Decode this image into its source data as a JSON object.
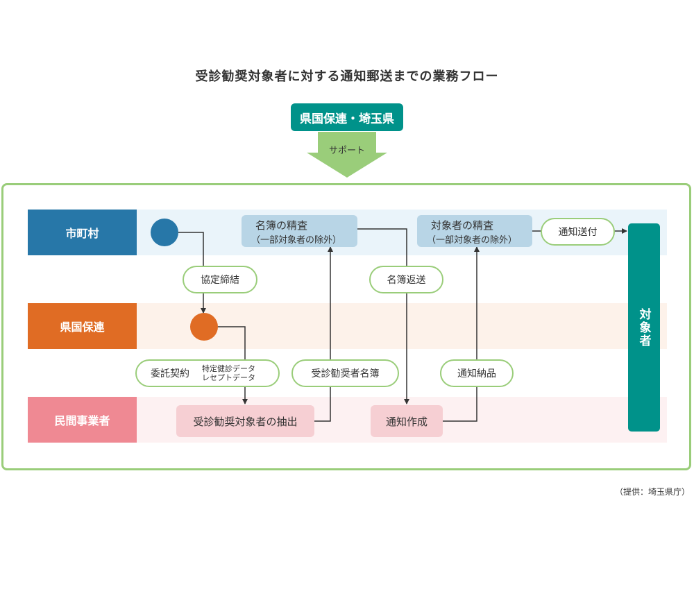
{
  "title": "受診勧奨対象者に対する通知郵送までの業務フロー",
  "support": {
    "org": "県国保連・埼玉県",
    "label": "サポート"
  },
  "lanes": [
    {
      "label": "市町村",
      "color": "#2777a8",
      "bg": "#eaf4fa"
    },
    {
      "label": "県国保連",
      "color": "#e06c24",
      "bg": "#fdf2ea"
    },
    {
      "label": "民間事業者",
      "color": "#ef8993",
      "bg": "#fdf1f2"
    }
  ],
  "processes": {
    "meibo_seisa": {
      "line1": "名簿の精査",
      "line2": "（一部対象者の除外）"
    },
    "taishosha_seisa": {
      "line1": "対象者の精査",
      "line2": "（一部対象者の除外）"
    },
    "chushutsu": "受診勧奨対象者の抽出",
    "tsuchi_sakusei": "通知作成"
  },
  "flows": {
    "kyotei": "協定締結",
    "meibo_hensou": "名簿返送",
    "itaku": "委託契約",
    "itaku_note1": "特定健診データ",
    "itaku_note2": "レセプトデータ",
    "jushin_meibo": "受診勧奨者名簿",
    "tsuchi_nohin": "通知納品",
    "tsuchi_sofu": "通知送付"
  },
  "target": "対象者",
  "credit": "（提供：埼玉県庁）",
  "colors": {
    "accent_teal": "#00928a",
    "frame_green": "#9acd7a",
    "process_blue": "#b8d5e6",
    "process_pink": "#f6cfd3"
  }
}
